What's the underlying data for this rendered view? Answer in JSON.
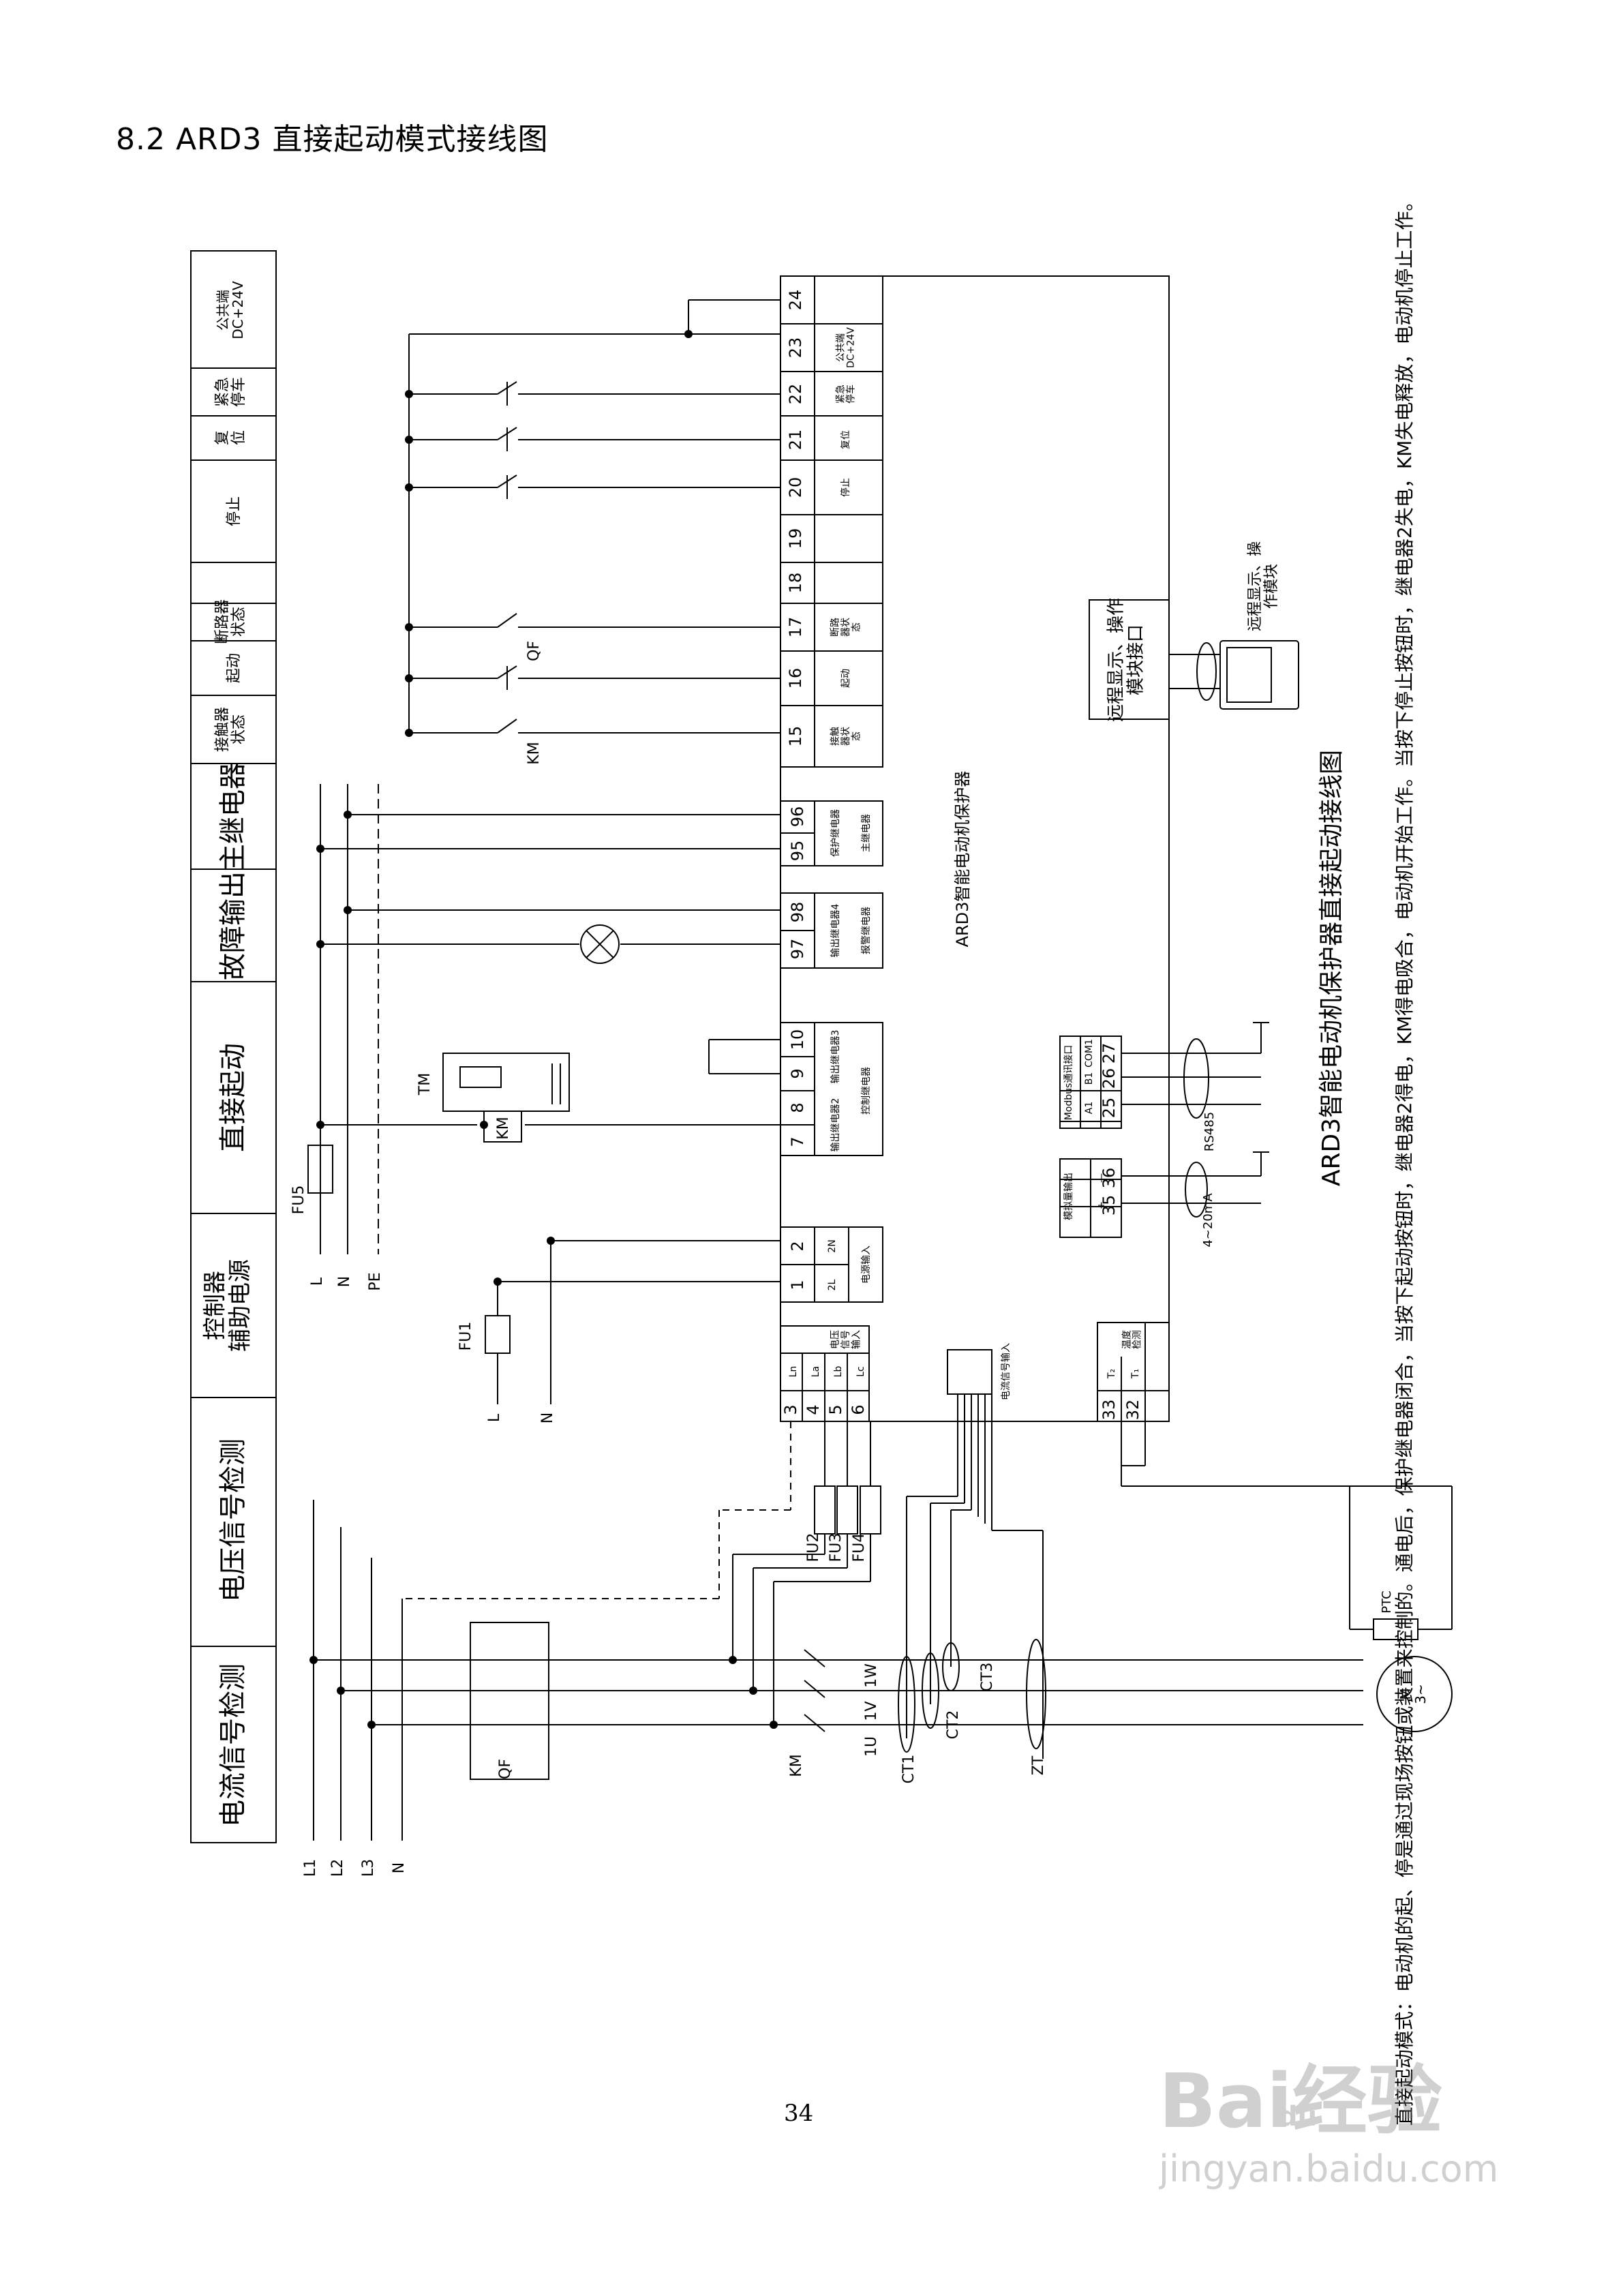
{
  "section": {
    "title": "8.2  ARD3 直接起动模式接线图"
  },
  "left_labels": [
    "电流信号检测",
    "电压信号检测",
    "控制器\n辅助电源",
    "直接起动",
    "故障输出",
    "主继电器",
    "接触器\n状态",
    "起动",
    "断路器\n状态",
    "停止",
    "复\n位",
    "紧急\n停车",
    "公共端\nDC+24V"
  ],
  "terminal_numbers": [
    "24",
    "23",
    "22",
    "21",
    "20",
    "19",
    "18",
    "17",
    "16",
    "15",
    "96",
    "95",
    "98",
    "97",
    "10",
    "9",
    "8",
    "7",
    "2",
    "1",
    "3",
    "4",
    "5",
    "6",
    "33",
    "32",
    "27",
    "26",
    "25",
    "36",
    "35"
  ],
  "terminal_labels": {
    "t23": "公共端\nDC+24V",
    "t22": "紧急\n停车",
    "t21": "复位",
    "t20": "停止",
    "t17": "断路\n器状\n态",
    "t16": "起动",
    "t15": "接触\n器状\n态",
    "main_relay": "主继电器",
    "protect_relay": "保护继电器",
    "alarm_relay": "报警继电器",
    "out_relay4": "输出继电器4",
    "control_relay": "控制继电器",
    "out_relay2": "输出继电器2",
    "out_relay3": "输出继电器3",
    "power_in": "电源输入",
    "aux_2l": "2L",
    "aux_2n": "2N",
    "ln": "Ln",
    "la": "La",
    "lb": "Lb",
    "lc": "Lc",
    "voltage_in": "电压\n信号\n输入",
    "current_in": "电流信号输入",
    "temp": "温度\n检测",
    "t2": "T₂",
    "t1": "T₁",
    "modbus": "Modbus通讯接口",
    "a1": "A1",
    "b1": "B1",
    "com1": "COM1",
    "analog": "模拟量输出",
    "plus": "+",
    "minus": "—",
    "remote_port": "远程显示、操作\n模块接口"
  },
  "device_title": "ARD3智能电动机保护器",
  "component_labels": {
    "qf_top": "QF",
    "km_top": "KM",
    "tm": "TM",
    "km_coil": "KM",
    "fu5": "FU5",
    "fu1": "FU1",
    "fu2": "FU2",
    "fu3": "FU3",
    "fu4": "FU4",
    "l": "L",
    "n": "N",
    "pe": "PE",
    "l_aux": "L",
    "n_aux": "N",
    "rs485": "RS485",
    "ma": "4~20mA",
    "ptc": "PTC",
    "motor": "M\n3~",
    "qf_bottom": "QF",
    "km_bottom": "KM",
    "u": "1U",
    "v": "1V",
    "w": "1W",
    "ct1": "CT1",
    "ct2": "CT2",
    "ct3": "CT3",
    "zt": "ZT",
    "l1": "L1",
    "l2": "L2",
    "l3": "L3",
    "n_main": "N",
    "remote_module": "远程显示、操\n作模块"
  },
  "diagram_caption": "ARD3智能电动机保护器直接起动接线图",
  "description": "直接起动模式：电动机的起、停是通过现场按钮或装置来控制的。通电后，保护继电器闭合，当按下起动按钮时，继电器2得电，KM得电吸合，电动机开始工作。当按下停止按钮时，继电器2失电，KM失电释放，电动机停止工作。",
  "page_number": "34",
  "watermark": {
    "brand": "Bai经验",
    "du": "du",
    "url": "jingyan.baidu.com"
  },
  "colors": {
    "ink": "#000000",
    "background": "#ffffff",
    "watermark": "#7a7a7a"
  }
}
